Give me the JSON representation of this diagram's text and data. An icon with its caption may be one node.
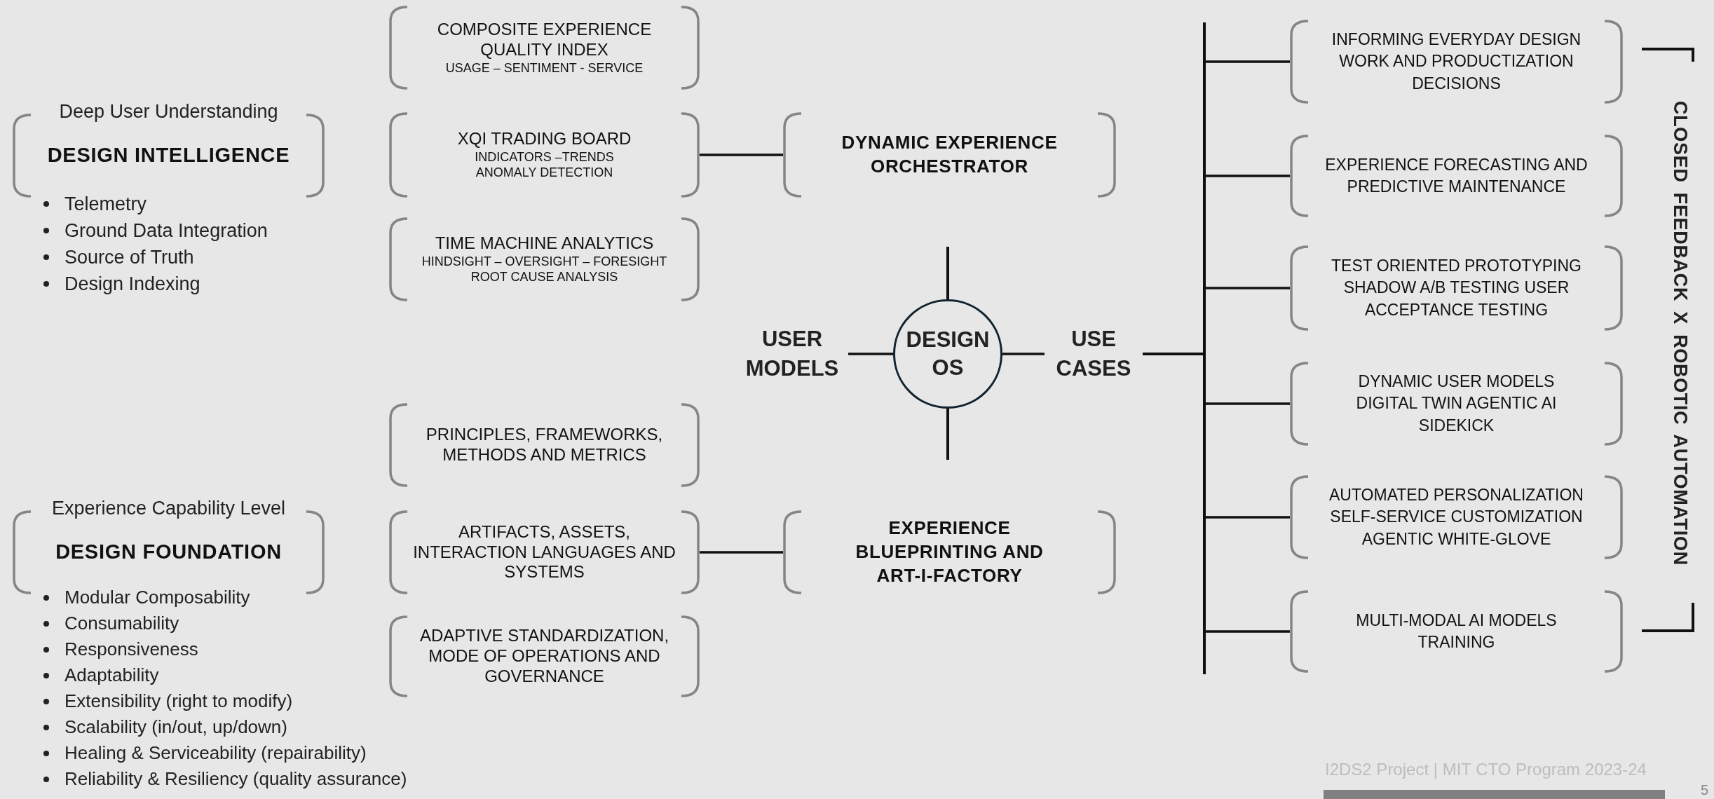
{
  "diagram": {
    "nodes": [
      {
        "text": [
          "Deep User Understanding",
          "DESIGN INTELLIGENCE"
        ]
      },
      {
        "text": [
          "COMPOSITE EXPERIENCE QUALITY INDEX",
          "USAGE – SENTIMENT - SERVICE"
        ]
      },
      {
        "text": [
          "XQI TRADING BOARD",
          "INDICATORS –TRENDS ANOMALY DETECTION"
        ]
      },
      {
        "text": [
          "TIME MACHINE ANALYTICS",
          "HINDSIGHT – OVERSIGHT – FORESIGHT ROOT CAUSE ANALYSIS"
        ]
      },
      {
        "text": [
          "DYNAMIC EXPERIENCE ORCHESTRATOR"
        ]
      },
      {
        "text": [
          "USER MODELS"
        ]
      },
      {
        "text": [
          "DESIGN OS"
        ]
      },
      {
        "text": [
          "USE CASES"
        ]
      },
      {
        "text": [
          "PRINCIPLES, FRAMEWORKS, METHODS AND METRICS"
        ]
      },
      {
        "text": [
          "Experience Capability Level",
          "DESIGN FOUNDATION"
        ]
      },
      {
        "text": [
          "ARTIFACTS, ASSETS, INTERACTION LANGUAGES AND SYSTEMS"
        ]
      },
      {
        "text": [
          "ADAPTIVE STANDARDIZATION, MODE OF OPERATIONS AND GOVERNANCE"
        ]
      },
      {
        "text": [
          "EXPERIENCE BLUEPRINTING AND ART-I-FACTORY"
        ]
      },
      {
        "text": [
          "INFORMING EVERYDAY DESIGN WORK AND PRODUCTIZATION DECISIONS"
        ]
      },
      {
        "text": [
          "EXPERIENCE FORECASTING AND PREDICTIVE MAINTENANCE"
        ]
      },
      {
        "text": [
          "TEST ORIENTED PROTOTYPING SHADOW A/B TESTING USER ACCEPTANCE TESTING"
        ]
      },
      {
        "text": [
          "DYNAMIC USER MODELS DIGITAL TWIN AGENTIC AI SIDEKICK"
        ]
      },
      {
        "text": [
          "AUTOMATED PERSONALIZATION SELF-SERVICE CUSTOMIZATION AGENTIC WHITE-GLOVE"
        ]
      },
      {
        "text": [
          "MULTI-MODAL AI MODELS TRAINING"
        ]
      }
    ],
    "edges": [
      {
        "from": 2,
        "to": 4,
        "arrow": "none"
      },
      {
        "from": 10,
        "to": 12,
        "arrow": "none"
      },
      {
        "from": 5,
        "to": 6,
        "arrow": "none"
      },
      {
        "from": 6,
        "to": 7,
        "arrow": "none"
      },
      {
        "from": 7,
        "to": 13,
        "arrow": "none"
      },
      {
        "from": 7,
        "to": 14,
        "arrow": "none"
      },
      {
        "from": 7,
        "to": 15,
        "arrow": "none"
      },
      {
        "from": 7,
        "to": 16,
        "arrow": "none"
      },
      {
        "from": 7,
        "to": 17,
        "arrow": "none"
      },
      {
        "from": 7,
        "to": 18,
        "arrow": "none"
      }
    ],
    "labels": [
      "Telemetry",
      "Ground Data Integration",
      "Source of Truth",
      "Design Indexing",
      "Modular Composability",
      "Consumability",
      "Responsiveness",
      "Adaptability",
      "Extensibility (right to modify)",
      "Scalability (in/out, up/down)",
      "Healing & Serviceability (repairability)",
      "Reliability & Resiliency (quality assurance)",
      "CLOSED FEEDBACK X ROBOTIC AUTOMATION",
      "I2DS2 Project | MIT CTO Program 2023-24",
      "5"
    ]
  }
}
